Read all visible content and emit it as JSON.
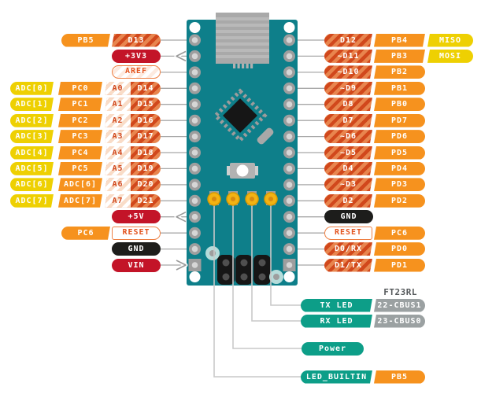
{
  "diagram": {
    "ftdi_chip_label": "FT23RL",
    "colors": {
      "board_teal": "#0e7f8a",
      "chip_yellow": "#eed002",
      "chip_orange": "#f6921e",
      "stripe_light": "#e8854e",
      "stripe_dark": "#d1481c",
      "chip_red": "#c31428",
      "chip_black": "#1d1d1b",
      "chip_teal": "#0d9e88",
      "chip_gray": "#9ba1a2",
      "outline_text": "#e3541f",
      "line_gray": "#a8a8a8"
    },
    "left_rows": [
      {
        "cells": [
          {
            "col": "b2",
            "kind": "port",
            "text": "PB5"
          },
          {
            "col": "s",
            "kind": "digital",
            "text": "D13"
          }
        ]
      },
      {
        "cells": [
          {
            "col": "s",
            "kind": "power",
            "text": "+3V3"
          }
        ],
        "arrow": "out"
      },
      {
        "cells": [
          {
            "col": "s",
            "kind": "aref",
            "text": "AREF"
          }
        ]
      },
      {
        "cells": [
          {
            "col": "a",
            "kind": "adc",
            "text": "ADC[0]"
          },
          {
            "col": "b",
            "kind": "port",
            "text": "PC0"
          },
          {
            "col": "c",
            "kind": "combo",
            "analog": "A0",
            "text": "D14"
          }
        ]
      },
      {
        "cells": [
          {
            "col": "a",
            "kind": "adc",
            "text": "ADC[1]"
          },
          {
            "col": "b",
            "kind": "port",
            "text": "PC1"
          },
          {
            "col": "c",
            "kind": "combo",
            "analog": "A1",
            "text": "D15"
          }
        ]
      },
      {
        "cells": [
          {
            "col": "a",
            "kind": "adc",
            "text": "ADC[2]"
          },
          {
            "col": "b",
            "kind": "port",
            "text": "PC2"
          },
          {
            "col": "c",
            "kind": "combo",
            "analog": "A2",
            "text": "D16"
          }
        ]
      },
      {
        "cells": [
          {
            "col": "a",
            "kind": "adc",
            "text": "ADC[3]"
          },
          {
            "col": "b",
            "kind": "port",
            "text": "PC3"
          },
          {
            "col": "c",
            "kind": "combo",
            "analog": "A3",
            "text": "D17"
          }
        ]
      },
      {
        "cells": [
          {
            "col": "a",
            "kind": "adc",
            "text": "ADC[4]"
          },
          {
            "col": "b",
            "kind": "port",
            "text": "PC4"
          },
          {
            "col": "c",
            "kind": "combo",
            "analog": "A4",
            "text": "D18"
          }
        ]
      },
      {
        "cells": [
          {
            "col": "a",
            "kind": "adc",
            "text": "ADC[5]"
          },
          {
            "col": "b",
            "kind": "port",
            "text": "PC5"
          },
          {
            "col": "c",
            "kind": "combo",
            "analog": "A5",
            "text": "D19"
          }
        ]
      },
      {
        "cells": [
          {
            "col": "a",
            "kind": "adc",
            "text": "ADC[6]"
          },
          {
            "col": "b",
            "kind": "port",
            "text": "ADC[6]"
          },
          {
            "col": "c",
            "kind": "combo",
            "analog": "A6",
            "text": "D20"
          }
        ]
      },
      {
        "cells": [
          {
            "col": "a",
            "kind": "adc",
            "text": "ADC[7]"
          },
          {
            "col": "b",
            "kind": "port",
            "text": "ADC[7]"
          },
          {
            "col": "c",
            "kind": "combo",
            "analog": "A7",
            "text": "D21"
          }
        ]
      },
      {
        "cells": [
          {
            "col": "s",
            "kind": "power",
            "text": "+5V"
          }
        ],
        "arrow": "out"
      },
      {
        "cells": [
          {
            "col": "b2",
            "kind": "port",
            "text": "PC6"
          },
          {
            "col": "s",
            "kind": "outline",
            "text": "RESET"
          }
        ]
      },
      {
        "cells": [
          {
            "col": "s",
            "kind": "gnd",
            "text": "GND"
          }
        ]
      },
      {
        "cells": [
          {
            "col": "s",
            "kind": "power",
            "text": "VIN"
          }
        ],
        "arrow": "in"
      }
    ],
    "right_rows": [
      {
        "cells": [
          {
            "col": "a",
            "kind": "digital",
            "text": "D12"
          },
          {
            "col": "b",
            "kind": "port",
            "text": "PB4"
          },
          {
            "col": "c",
            "kind": "spi",
            "text": "MISO"
          }
        ]
      },
      {
        "cells": [
          {
            "col": "a",
            "kind": "digital",
            "text": "~D11"
          },
          {
            "col": "b",
            "kind": "port",
            "text": "PB3"
          },
          {
            "col": "c",
            "kind": "spi",
            "text": "MOSI"
          }
        ]
      },
      {
        "cells": [
          {
            "col": "a",
            "kind": "digital",
            "text": "~D10"
          },
          {
            "col": "b",
            "kind": "port",
            "text": "PB2"
          }
        ]
      },
      {
        "cells": [
          {
            "col": "a",
            "kind": "digital",
            "text": "~D9"
          },
          {
            "col": "b",
            "kind": "port",
            "text": "PB1"
          }
        ]
      },
      {
        "cells": [
          {
            "col": "a",
            "kind": "digital",
            "text": "D8"
          },
          {
            "col": "b",
            "kind": "port",
            "text": "PB0"
          }
        ]
      },
      {
        "cells": [
          {
            "col": "a",
            "kind": "digital",
            "text": "D7"
          },
          {
            "col": "b",
            "kind": "port",
            "text": "PD7"
          }
        ]
      },
      {
        "cells": [
          {
            "col": "a",
            "kind": "digital",
            "text": "~D6"
          },
          {
            "col": "b",
            "kind": "port",
            "text": "PD6"
          }
        ]
      },
      {
        "cells": [
          {
            "col": "a",
            "kind": "digital",
            "text": "~D5"
          },
          {
            "col": "b",
            "kind": "port",
            "text": "PD5"
          }
        ]
      },
      {
        "cells": [
          {
            "col": "a",
            "kind": "digital",
            "text": "D4"
          },
          {
            "col": "b",
            "kind": "port",
            "text": "PD4"
          }
        ]
      },
      {
        "cells": [
          {
            "col": "a",
            "kind": "digital",
            "text": "~D3"
          },
          {
            "col": "b",
            "kind": "port",
            "text": "PD3"
          }
        ]
      },
      {
        "cells": [
          {
            "col": "a",
            "kind": "digital",
            "text": "D2"
          },
          {
            "col": "b",
            "kind": "port",
            "text": "PD2"
          }
        ]
      },
      {
        "cells": [
          {
            "col": "s",
            "kind": "gnd",
            "text": "GND"
          }
        ]
      },
      {
        "cells": [
          {
            "col": "a",
            "kind": "outline",
            "text": "RESET"
          },
          {
            "col": "b",
            "kind": "port",
            "text": "PC6"
          }
        ]
      },
      {
        "cells": [
          {
            "col": "a",
            "kind": "digital",
            "text": "D0/RX"
          },
          {
            "col": "b",
            "kind": "port",
            "text": "PD0"
          }
        ]
      },
      {
        "cells": [
          {
            "col": "a",
            "kind": "digital",
            "text": "D1/TX"
          },
          {
            "col": "b",
            "kind": "port",
            "text": "PD1"
          }
        ]
      }
    ],
    "below_rows": [
      {
        "cells": [
          {
            "col": "a",
            "kind": "signal",
            "text": "TX LED"
          },
          {
            "col": "b",
            "kind": "ftdi",
            "text": "22-CBUS1"
          }
        ]
      },
      {
        "cells": [
          {
            "col": "a",
            "kind": "signal",
            "text": "RX LED"
          },
          {
            "col": "b",
            "kind": "ftdi",
            "text": "23-CBUS0"
          }
        ]
      },
      {
        "cells": [
          {
            "col": "p",
            "kind": "signal",
            "text": "Power"
          }
        ]
      },
      {
        "cells": [
          {
            "col": "a",
            "kind": "signal",
            "text": "LED_BUILTIN"
          },
          {
            "col": "b",
            "kind": "port",
            "text": "PB5"
          }
        ]
      }
    ]
  }
}
